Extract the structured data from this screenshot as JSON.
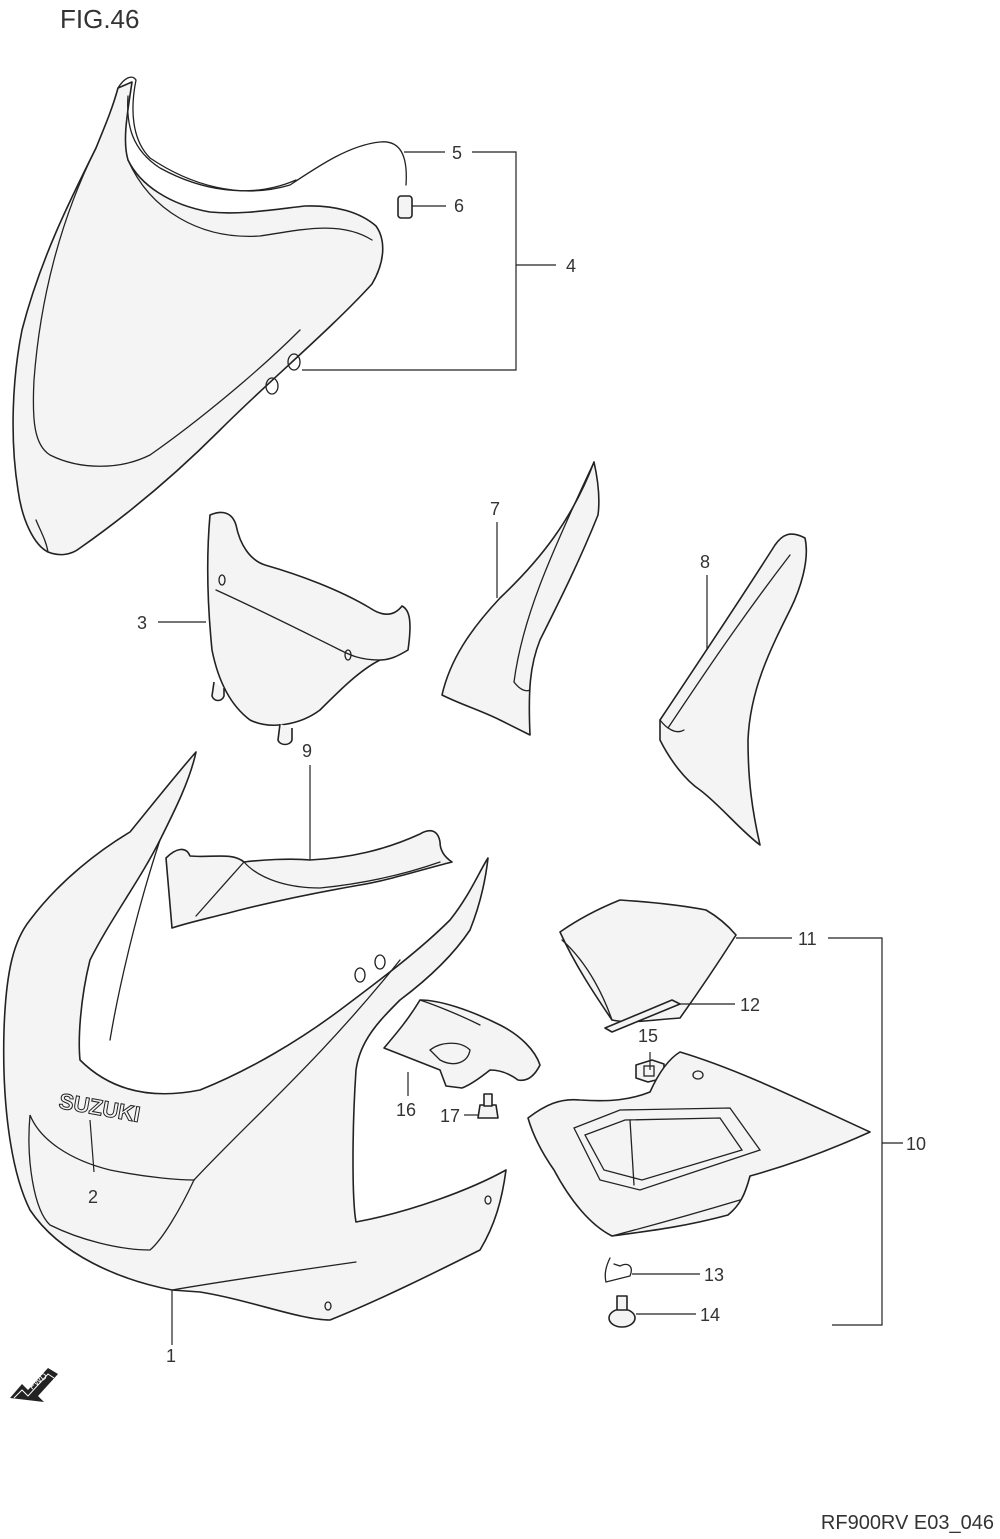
{
  "figure_title": "FIG.46",
  "diagram_code": "RF900RV E03_046",
  "logo_text": "SUZUKI",
  "fwd_label": "FWD",
  "callouts": {
    "c1": "1",
    "c2": "2",
    "c3": "3",
    "c4": "4",
    "c5": "5",
    "c6": "6",
    "c7": "7",
    "c8": "8",
    "c9": "9",
    "c10": "10",
    "c11": "11",
    "c12": "12",
    "c13": "13",
    "c14": "14",
    "c15": "15",
    "c16": "16",
    "c17": "17"
  }
}
